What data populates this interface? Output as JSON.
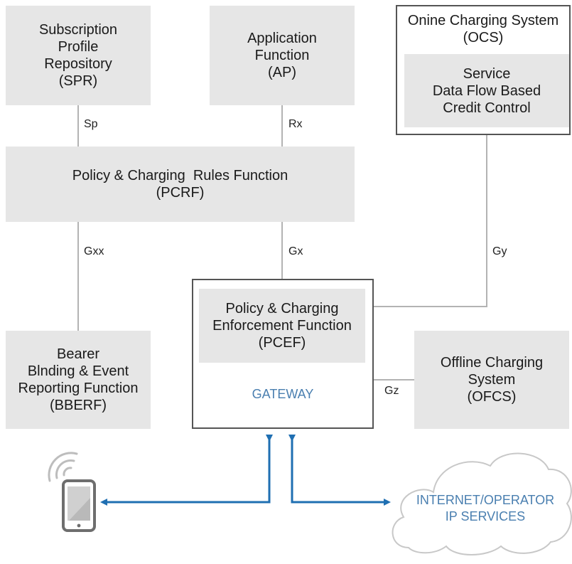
{
  "spr": {
    "lines": [
      "Subscription",
      "Profile",
      "Repository",
      "(SPR)"
    ]
  },
  "ap": {
    "lines": [
      "Application",
      "Function",
      "(AP)"
    ]
  },
  "ocs": {
    "title": [
      "Onine Charging System",
      "(OCS)"
    ],
    "inner": [
      "Service",
      "Data Flow Based",
      "Credit Control"
    ]
  },
  "pcrf": {
    "lines": [
      "Policy & Charging  Rules Function",
      "(PCRF)"
    ]
  },
  "pcef": {
    "lines": [
      "Policy & Charging",
      "Enforcement Function",
      "(PCEF)"
    ]
  },
  "gateway": {
    "label": "GATEWAY"
  },
  "bberf": {
    "lines": [
      "Bearer",
      "Blnding & Event",
      "Reporting Function",
      "(BBERF)"
    ]
  },
  "ofcs": {
    "lines": [
      "Offline Charging",
      "System",
      "(OFCS)"
    ]
  },
  "interfaces": {
    "sp": "Sp",
    "rx": "Rx",
    "gxx": "Gxx",
    "gx": "Gx",
    "gy": "Gy",
    "gz": "Gz"
  },
  "cloud": {
    "lines": [
      "INTERNET/OPERATOR",
      "IP SERVICES"
    ]
  },
  "colors": {
    "box_fill": "#e6e6e6",
    "connector": "#b3b3b3",
    "arrow": "#1f6fb2",
    "accent_text": "#4a7fb0"
  },
  "icons": {
    "device": "mobile-phone-icon",
    "signal": "wireless-signal-icon",
    "cloud": "cloud-icon"
  }
}
